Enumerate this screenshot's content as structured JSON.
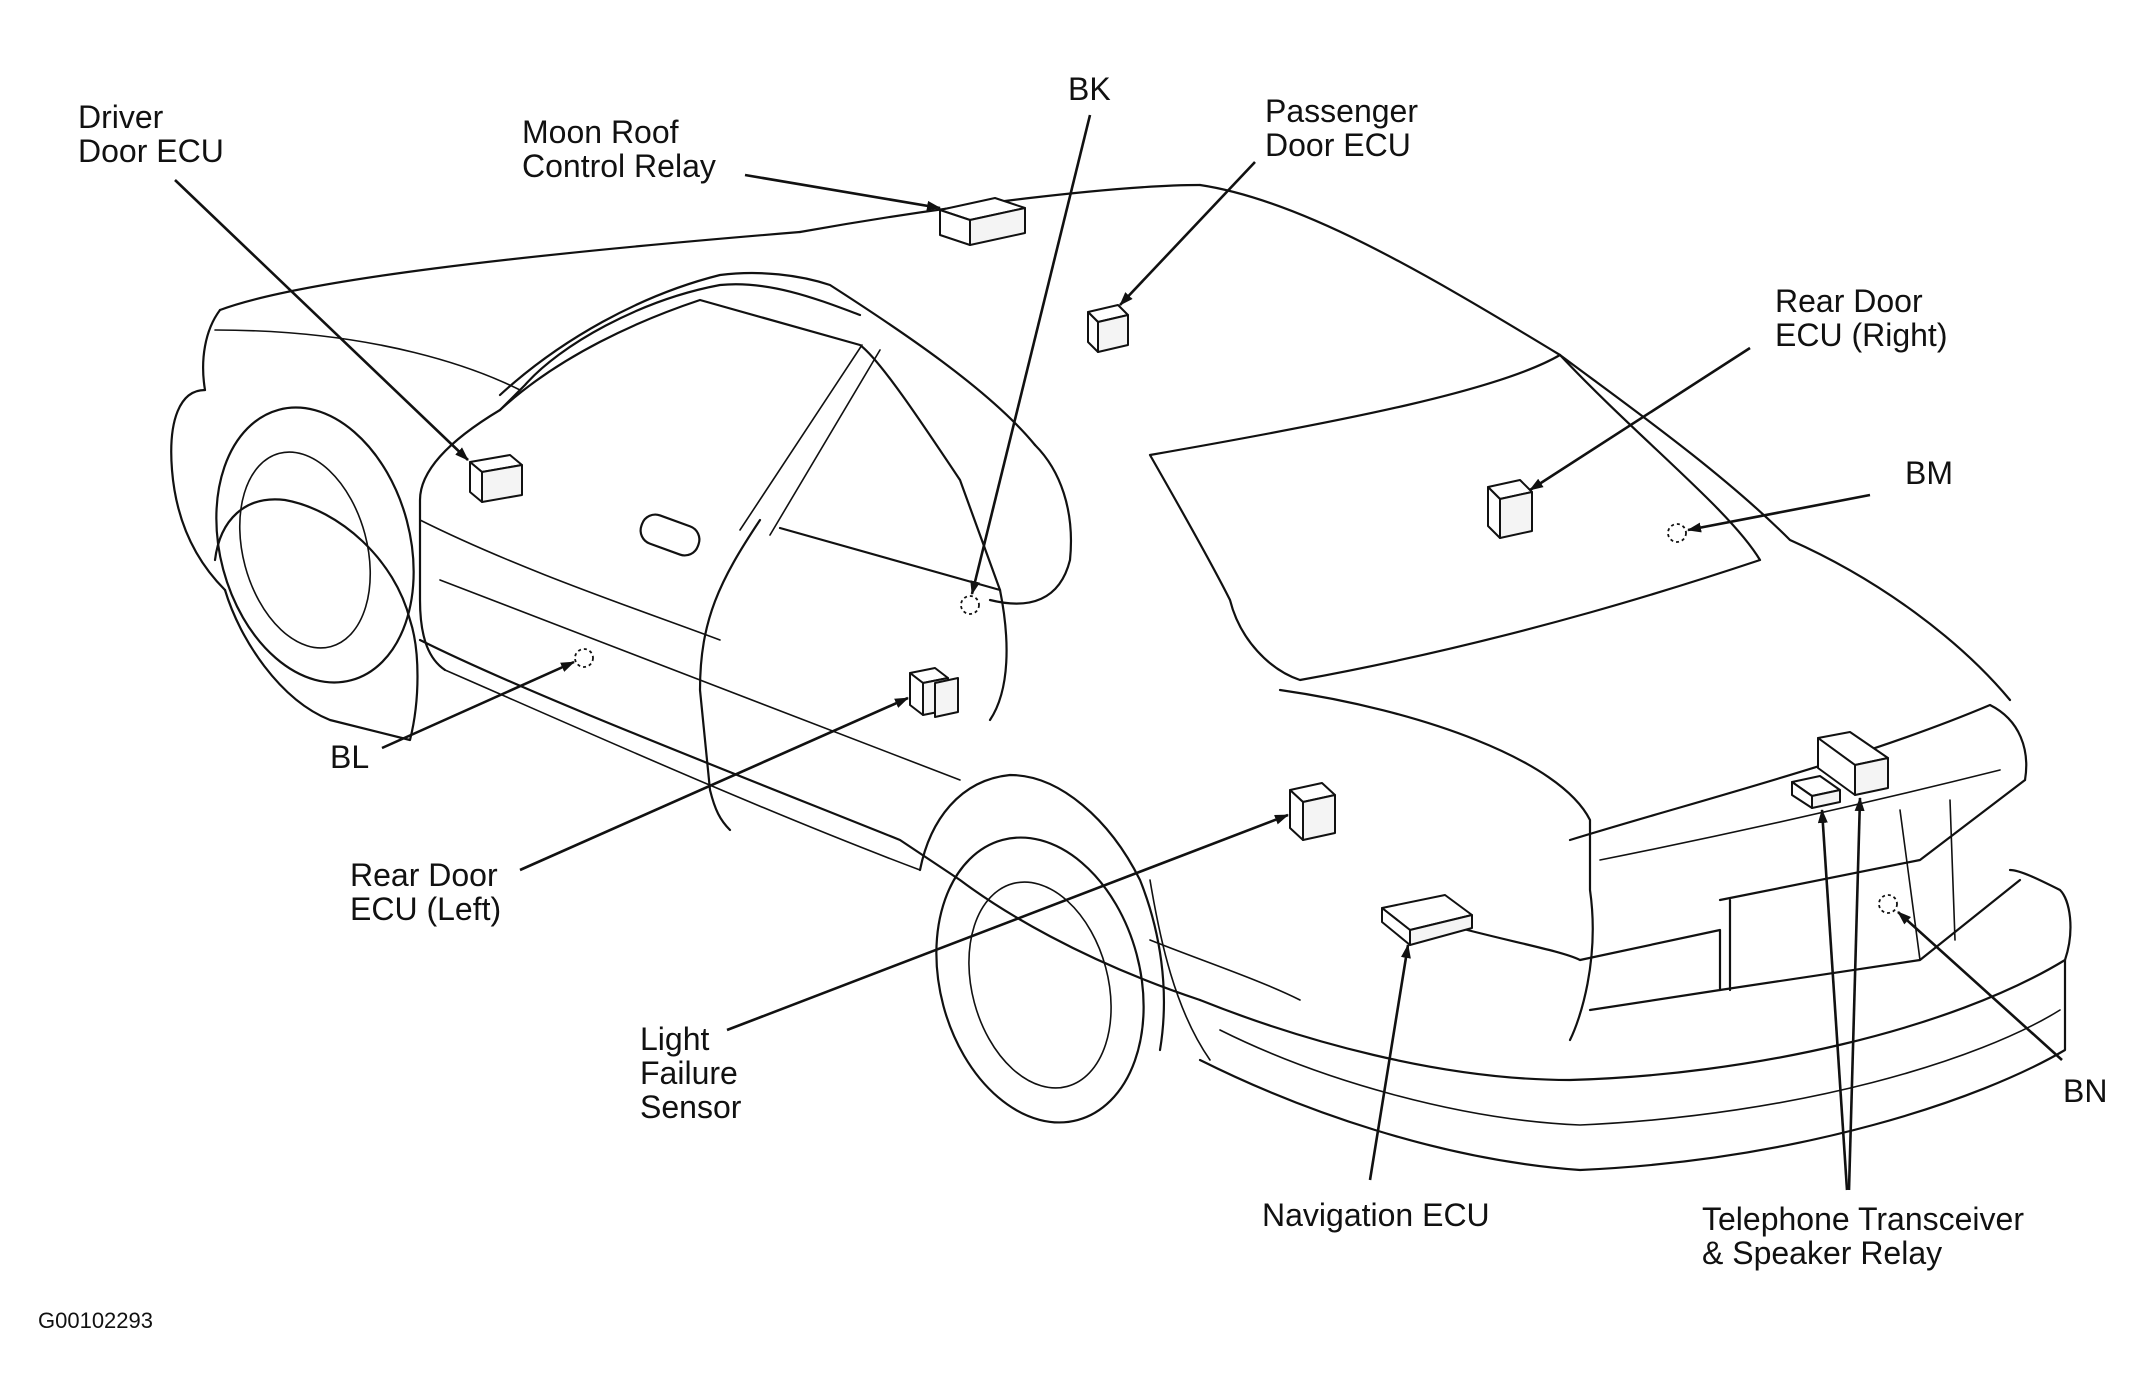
{
  "labels": {
    "driver_door_ecu": [
      "Driver",
      "Door ECU"
    ],
    "moon_roof_relay": [
      "Moon Roof",
      "Control Relay"
    ],
    "bk": "BK",
    "passenger_door_ecu": [
      "Passenger",
      "Door ECU"
    ],
    "rear_door_ecu_right": [
      "Rear Door",
      "ECU (Right)"
    ],
    "bm": "BM",
    "bl": "BL",
    "rear_door_ecu_left": [
      "Rear Door",
      "ECU (Left)"
    ],
    "light_failure_sensor": [
      "Light",
      "Failure",
      "Sensor"
    ],
    "navigation_ecu": "Navigation ECU",
    "bn": "BN",
    "telephone_transceiver": [
      "Telephone Transceiver",
      "& Speaker Relay"
    ]
  },
  "figure_id": "G00102293"
}
